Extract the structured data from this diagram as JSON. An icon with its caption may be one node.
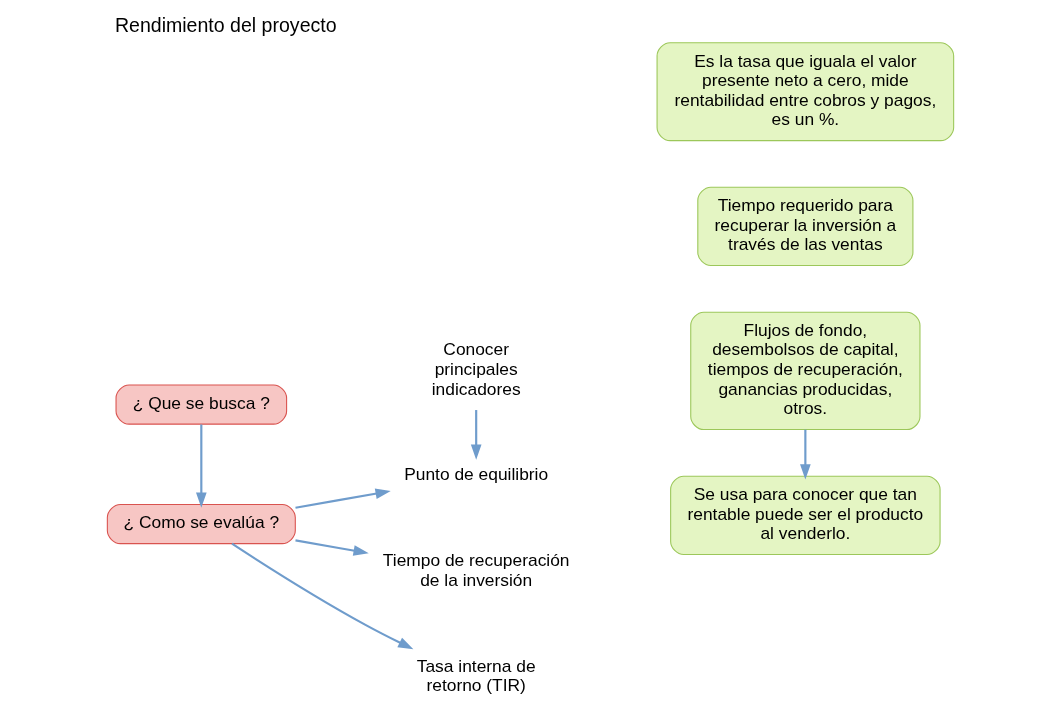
{
  "diagram": {
    "title": "Rendimiento del proyecto",
    "nodes": [
      {
        "text": [
          "¿ Que se busca ?"
        ]
      },
      {
        "text": [
          "Conocer principales indicadores"
        ]
      },
      {
        "text": [
          "Flujos de fondo, desembolsos de capital, tiempos de recuperación, ganancias producidas, otros."
        ]
      },
      {
        "text": [
          "¿ Como se evalúa ?"
        ]
      },
      {
        "text": [
          "Punto de equilibrio"
        ]
      },
      {
        "text": [
          "Tiempo de recuperación de la inversión"
        ]
      },
      {
        "text": [
          "Tasa interna de retorno (TIR)"
        ]
      },
      {
        "text": [
          "Se usa para conocer que tan rentable puede ser el producto al venderlo."
        ]
      },
      {
        "text": [
          "Tiempo requerido para recuperar la inversión a través de las ventas"
        ]
      },
      {
        "text": [
          "Es la tasa que iguala el valor presente neto a cero, mide rentabilidad entre cobros y pagos, es un %."
        ]
      }
    ],
    "edges": [
      {
        "from": 0,
        "to": 3,
        "arrow": "to"
      },
      {
        "from": 1,
        "to": 4,
        "arrow": "to"
      },
      {
        "from": 2,
        "to": 7,
        "arrow": "to"
      },
      {
        "from": 3,
        "to": 4,
        "arrow": "to"
      },
      {
        "from": 3,
        "to": 5,
        "arrow": "to"
      },
      {
        "from": 3,
        "to": 6,
        "arrow": "to"
      }
    ]
  }
}
